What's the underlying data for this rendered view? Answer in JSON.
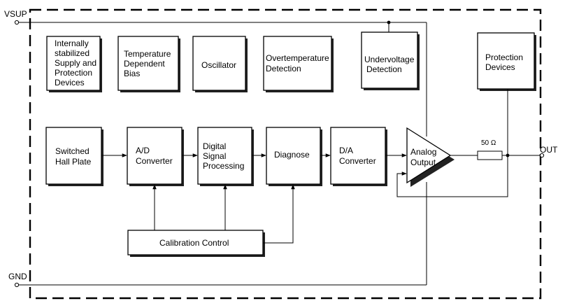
{
  "pins": {
    "vsup": "VSUP",
    "gnd": "GND",
    "out": "OUT"
  },
  "top_blocks": {
    "supply": [
      "Internally",
      "stabilized",
      "Supply and",
      "Protection",
      "Devices"
    ],
    "bias": [
      "Temperature",
      "Dependent",
      "Bias"
    ],
    "oscillator": [
      "Oscillator"
    ],
    "overtemp": [
      "Overtemperature",
      "Detection"
    ],
    "undervoltage": [
      "Undervoltage",
      "Detection"
    ],
    "protection": [
      "Protection",
      "Devices"
    ]
  },
  "chain_blocks": {
    "hall": [
      "Switched",
      "Hall Plate"
    ],
    "adc": [
      "A/D",
      "Converter"
    ],
    "dsp": [
      "Digital",
      "Signal",
      "Processing"
    ],
    "diagnose": [
      "Diagnose"
    ],
    "dac": [
      "D/A",
      "Converter"
    ],
    "amp": [
      "Analog",
      "Output"
    ]
  },
  "calibration": [
    "Calibration Control"
  ],
  "resistor": "50 Ω"
}
